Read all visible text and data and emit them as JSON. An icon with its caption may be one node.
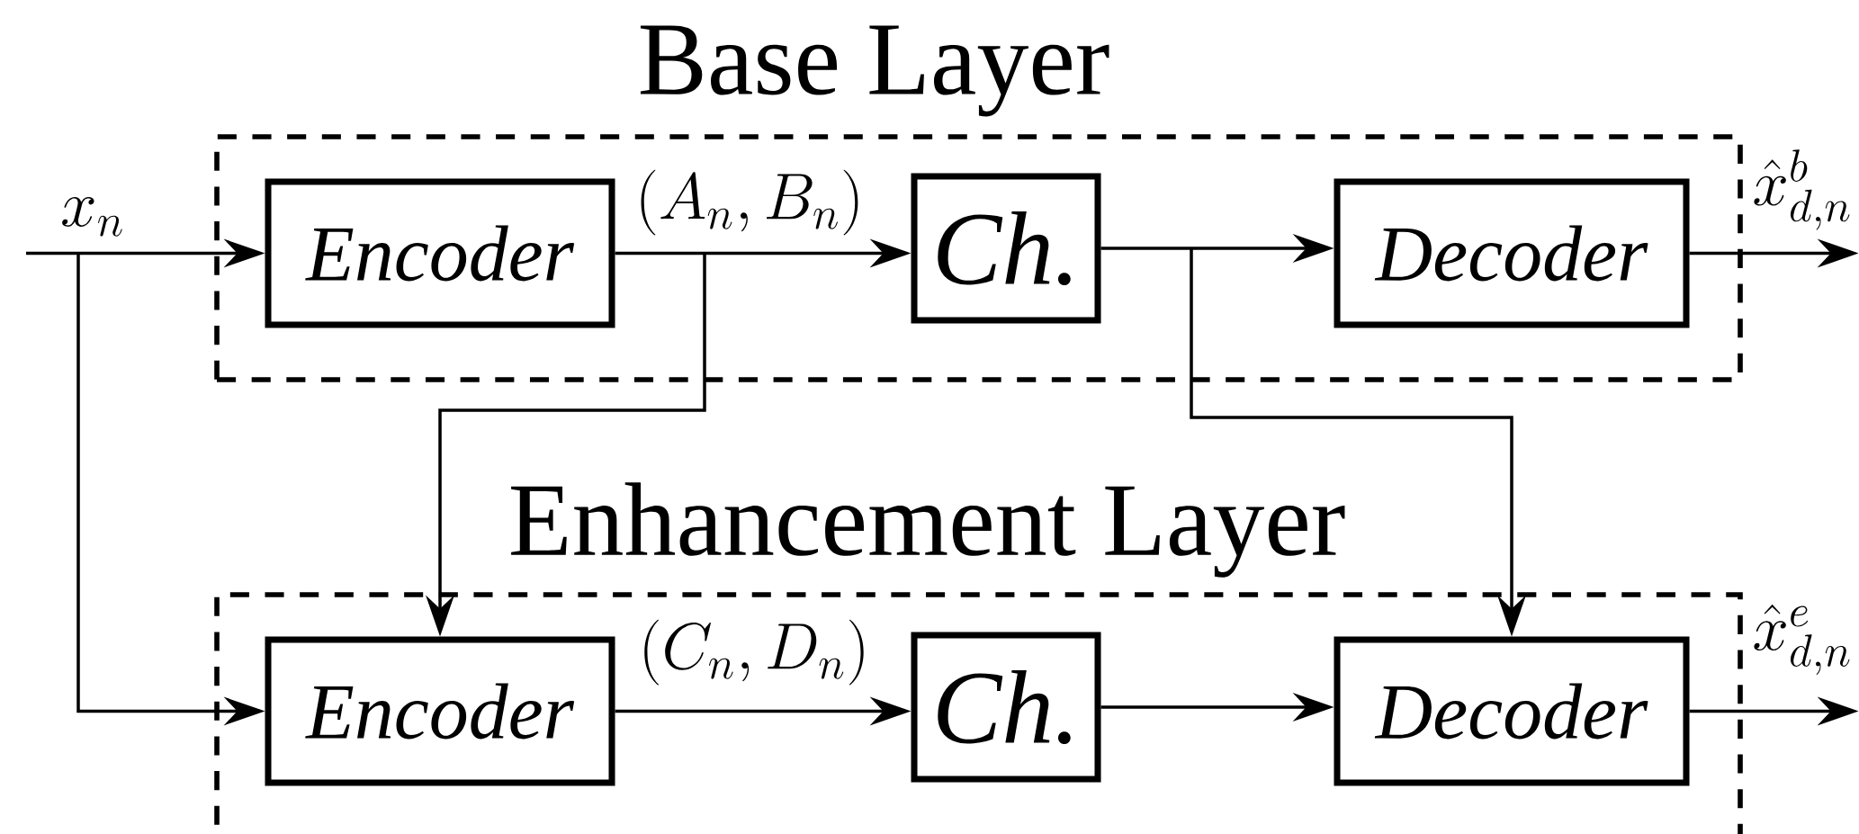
{
  "diagram": {
    "nodes": [
      {
        "text": [
          "Base Layer"
        ]
      },
      {
        "text": [
          "Enhancement Layer"
        ]
      },
      {
        "text": [
          "Encoder"
        ],
        "in": 0
      },
      {
        "text": [
          "Ch."
        ],
        "in": 0
      },
      {
        "text": [
          "Decoder"
        ],
        "in": 0
      },
      {
        "text": [
          "Encoder"
        ],
        "in": 1
      },
      {
        "text": [
          "Ch."
        ],
        "in": 1
      },
      {
        "text": [
          "Decoder"
        ],
        "in": 1
      }
    ],
    "edges": [
      {
        "from": null,
        "to": 2,
        "arrow": "to",
        "label": "x_n"
      },
      {
        "from": null,
        "to": 5,
        "arrow": "to"
      },
      {
        "from": 2,
        "to": 3,
        "arrow": "to",
        "label": "(A_n, B_n)"
      },
      {
        "from": 2,
        "to": 5,
        "arrow": "to"
      },
      {
        "from": 3,
        "to": 4,
        "arrow": "to"
      },
      {
        "from": 3,
        "to": 7,
        "arrow": "to"
      },
      {
        "from": 4,
        "to": null,
        "arrow": "to",
        "label": "\\hat{x}^{b}_{d,n}"
      },
      {
        "from": 5,
        "to": 6,
        "arrow": "to",
        "label": "(C_n, D_n)"
      },
      {
        "from": 6,
        "to": 7,
        "arrow": "to"
      },
      {
        "from": 7,
        "to": null,
        "arrow": "to",
        "label": "\\hat{x}^{e}_{d,n}"
      }
    ]
  }
}
